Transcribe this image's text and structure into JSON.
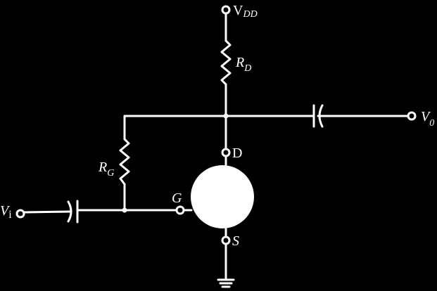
{
  "labels": {
    "vdd_main": "V",
    "vdd_sub": "DD",
    "rd_main": "R",
    "rd_sub": "D",
    "rg_main": "R",
    "rg_sub": "G",
    "vo_main": "V",
    "vo_sub": "0",
    "vi_main": "V",
    "vi_sub": "i",
    "drain": "D",
    "gate": "G",
    "source": "S"
  },
  "colors": {
    "background": "#000000",
    "stroke": "#ffffff",
    "transistor_fill": "#ffffff"
  }
}
